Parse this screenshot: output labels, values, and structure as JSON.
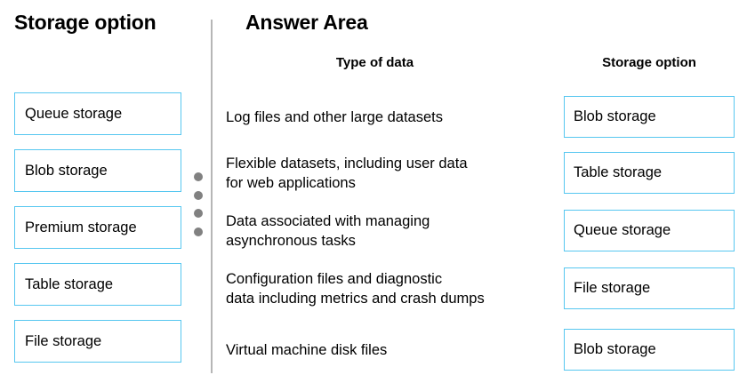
{
  "left_panel": {
    "title": "Storage option",
    "options": [
      {
        "label": "Queue storage"
      },
      {
        "label": "Blob storage"
      },
      {
        "label": "Premium storage"
      },
      {
        "label": "Table storage"
      },
      {
        "label": "File storage"
      }
    ]
  },
  "divider": {
    "drag_handle_dots": 4,
    "dot_color": "#818181",
    "line_color": "#b6b6b6"
  },
  "answer_area": {
    "title": "Answer Area",
    "headers": {
      "type_of_data": "Type of data",
      "storage_option": "Storage option"
    },
    "rows": [
      {
        "description_lines": [
          "Log files and other large datasets"
        ],
        "answer": "Blob storage"
      },
      {
        "description_lines": [
          "Flexible datasets, including user data",
          "for web applications"
        ],
        "answer": "Table storage"
      },
      {
        "description_lines": [
          "Data associated with managing",
          "asynchronous tasks"
        ],
        "answer": "Queue storage"
      },
      {
        "description_lines": [
          "Configuration files and diagnostic",
          "data including metrics and crash dumps"
        ],
        "answer": "File storage"
      },
      {
        "description_lines": [
          "Virtual machine disk files"
        ],
        "answer": "Blob storage"
      }
    ]
  },
  "colors": {
    "box_border": "#57C7F0",
    "background": "#ffffff",
    "text": "#000000"
  }
}
